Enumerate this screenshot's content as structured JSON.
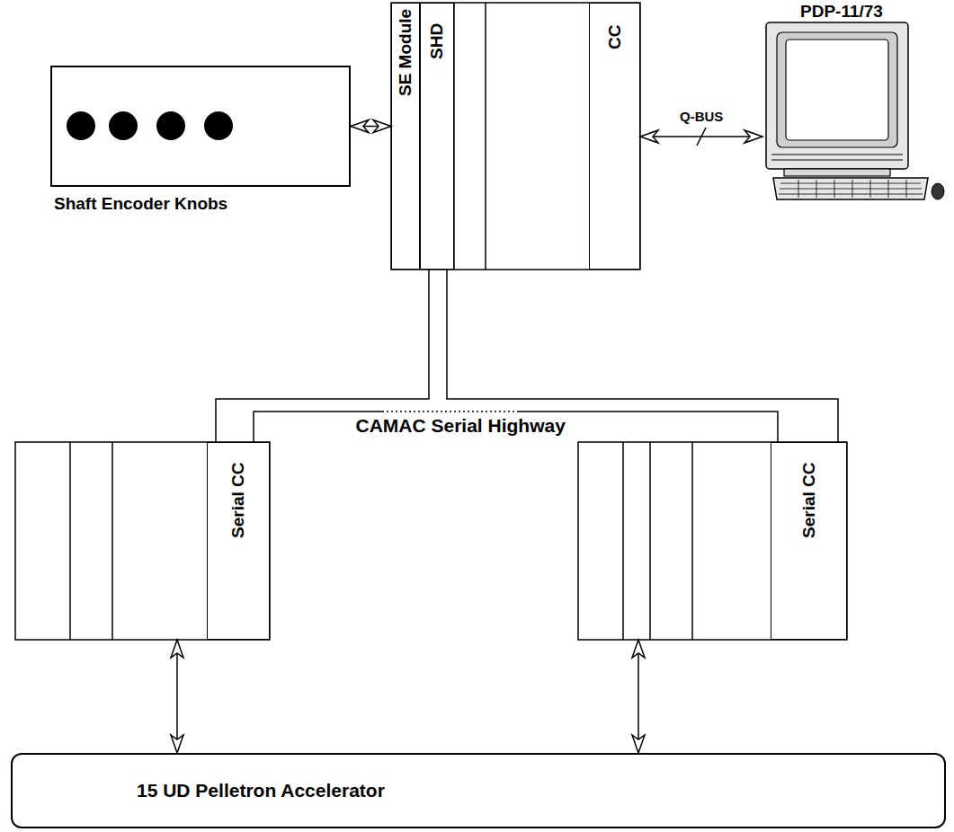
{
  "diagram": {
    "nodes": [
      {
        "text": [
          "Shaft Encoder Knobs"
        ]
      },
      {
        "text": [
          "SE Module"
        ]
      },
      {
        "text": [
          "SHD"
        ]
      },
      {
        "text": [
          "CC"
        ]
      },
      {
        "text": [
          "PDP-11/73"
        ]
      },
      {
        "text": [
          "Serial CC"
        ]
      },
      {
        "text": [
          "Serial CC"
        ]
      },
      {
        "text": [
          "15 UD Pelletron Accelerator"
        ]
      }
    ],
    "edges": [
      {
        "from": 0,
        "to": 1,
        "arrow": "both"
      },
      {
        "from": 3,
        "to": 4,
        "label": "Q-BUS",
        "arrow": "both"
      },
      {
        "from": 2,
        "to": 5,
        "arrow": "none"
      },
      {
        "from": 2,
        "to": 6,
        "arrow": "none"
      },
      {
        "from": 5,
        "to": 6,
        "arrow": "none"
      }
    ],
    "labels": [
      "CAMAC Serial Highway"
    ]
  }
}
